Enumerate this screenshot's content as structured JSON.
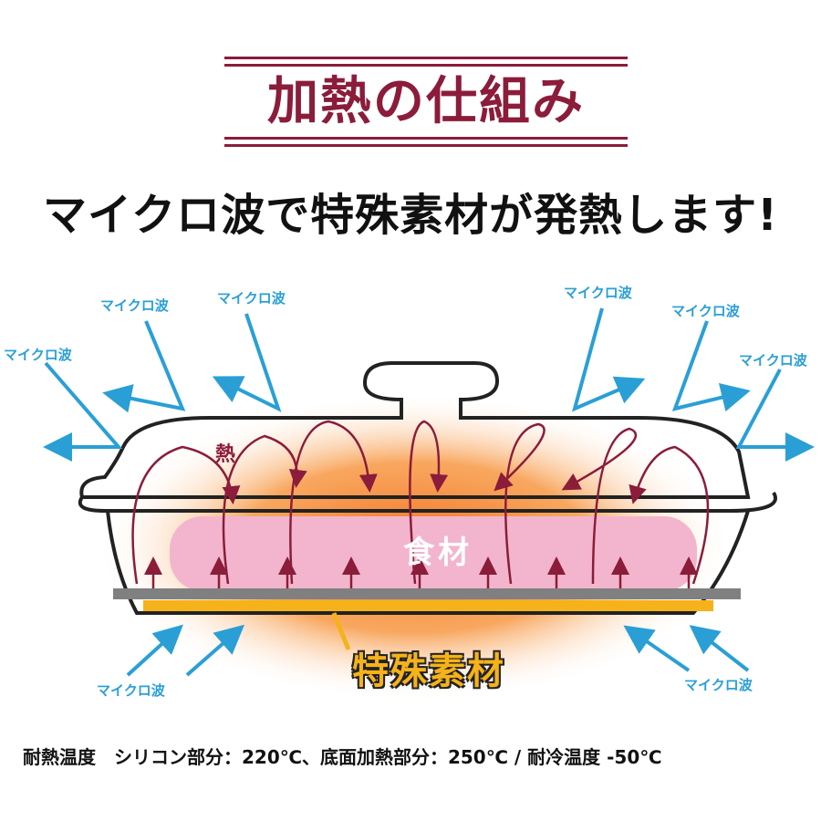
{
  "title": "加熱の仕組み",
  "headline": "マイクロ波で特殊素材が発熱します!",
  "labels": {
    "microwave": "マイクロ波",
    "heat": "熱",
    "food": "食材",
    "special_material": "特殊素材"
  },
  "footer": "耐熱温度　シリコン部分：220℃、底面加熱部分：250℃ / 耐冷温度 -50℃",
  "colors": {
    "title": "#8b1c3a",
    "microwave_arrow": "#2a9fd6",
    "heat_arrow": "#8b1c3a",
    "glow": "#f26a1b",
    "food": "#f2b5cd",
    "special_material": "#f5b21a",
    "base": "#808080"
  }
}
